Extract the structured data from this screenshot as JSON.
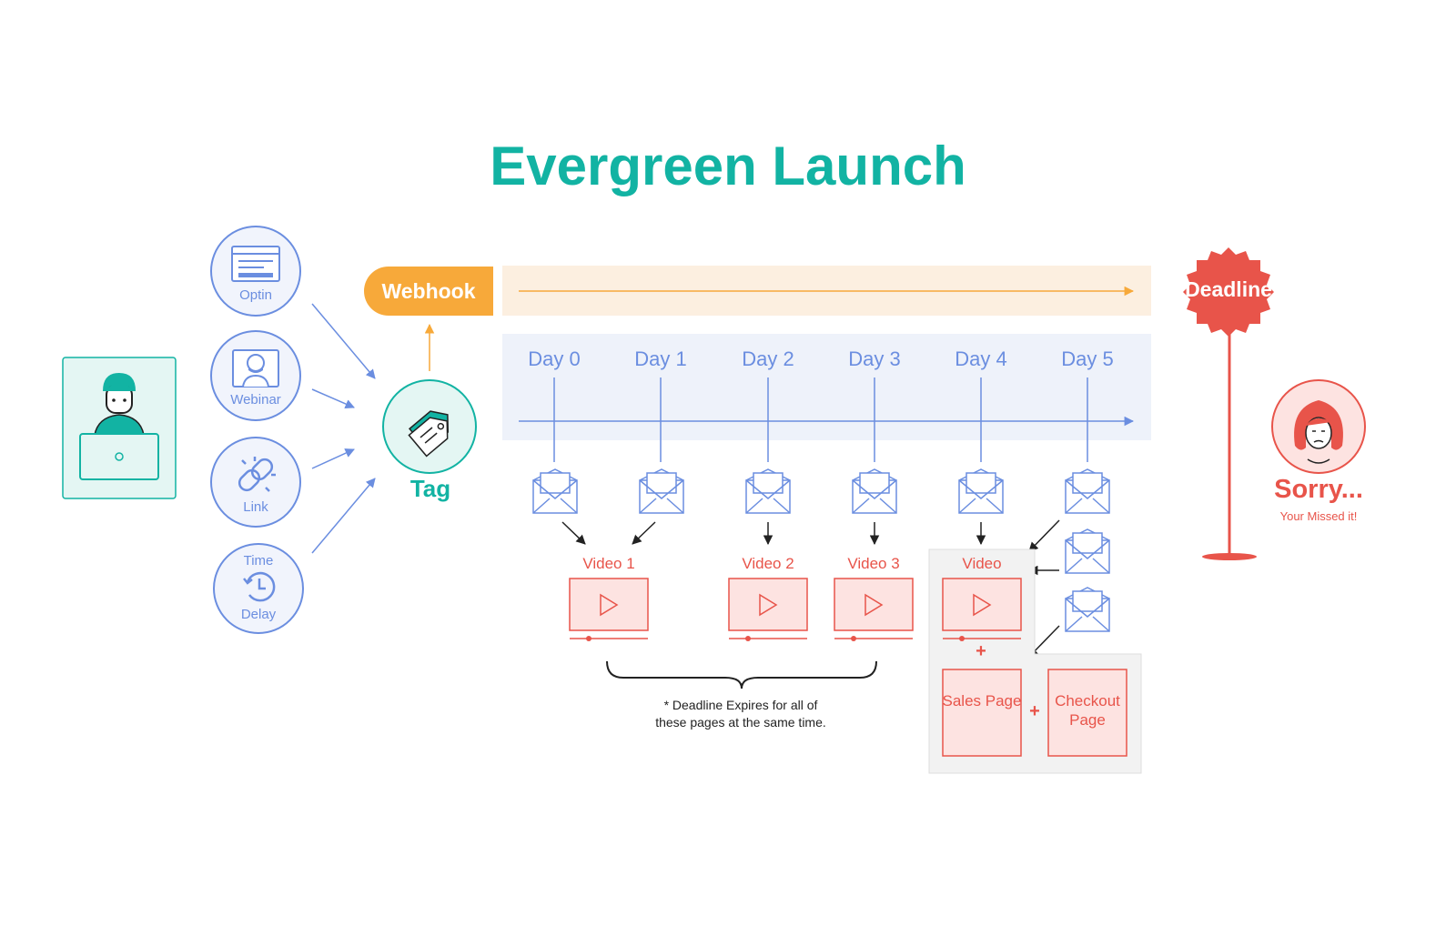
{
  "title": "Evergreen Launch",
  "sources": [
    {
      "label": "Optin",
      "icon": "optin-form-icon"
    },
    {
      "label": "Webinar",
      "icon": "webinar-presenter-icon"
    },
    {
      "label": "Link",
      "icon": "link-chain-icon"
    },
    {
      "label": "Time",
      "label2": "Delay",
      "icon": "clock-delay-icon"
    }
  ],
  "tag": {
    "label": "Tag",
    "icon": "tag-icon"
  },
  "webhook": {
    "label": "Webhook"
  },
  "deadline": {
    "label": "Deadline"
  },
  "days": [
    "Day 0",
    "Day 1",
    "Day 2",
    "Day 3",
    "Day 4",
    "Day 5"
  ],
  "videos": [
    "Video 1",
    "Video 2",
    "Video 3",
    "Video"
  ],
  "pages": {
    "sales": "Sales Page",
    "checkout": "Checkout Page",
    "plus": "+"
  },
  "note": {
    "line1": "* Deadline Expires for all of",
    "line2": "these pages at the same time."
  },
  "sorry": {
    "title": "Sorry...",
    "subtitle": "Your Missed it!"
  },
  "colors": {
    "teal": "#12b3a3",
    "blue": "#6b8ee0",
    "orange": "#f7a93a",
    "red": "#e8544a",
    "video_fill": "#fde3e1"
  }
}
